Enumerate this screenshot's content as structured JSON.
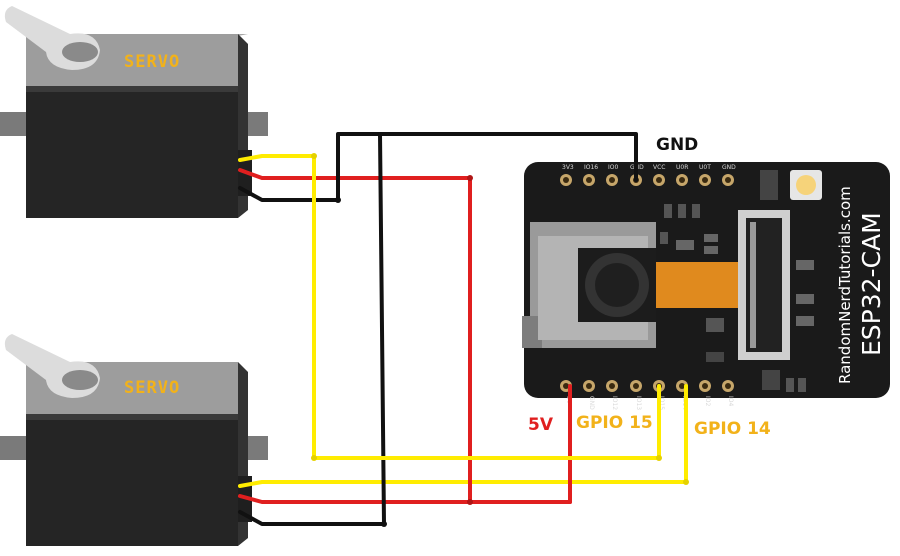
{
  "servos": [
    {
      "label": "SERVO"
    },
    {
      "label": "SERVO"
    }
  ],
  "board": {
    "brand": "RandomNerdTutorials.com",
    "model": "ESP32-CAM",
    "top_pins": [
      "3V3",
      "IO16",
      "IO0",
      "GND",
      "VCC",
      "U0R",
      "U0T",
      "GND"
    ],
    "bottom_pins": [
      "5V",
      "GND",
      "IO12",
      "IO13",
      "IO15",
      "IO14",
      "IO2",
      "IO4"
    ]
  },
  "connection_labels": {
    "gnd": "GND",
    "five_v": "5V",
    "gpio15": "GPIO 15",
    "gpio14": "GPIO 14"
  },
  "colors": {
    "wire_black": "#111111",
    "wire_red": "#e01f1f",
    "wire_yellow": "#ffec00",
    "label_yellow": "#f2b21a",
    "board": "#1a1a1a"
  }
}
